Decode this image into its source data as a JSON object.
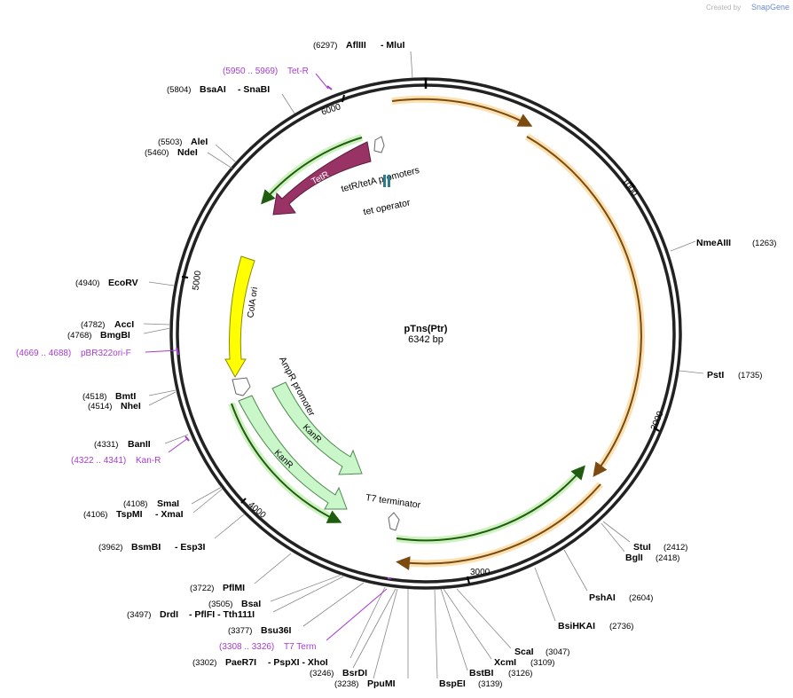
{
  "credit": {
    "created_by": "Created by",
    "brand": "SnapGene"
  },
  "plasmid": {
    "name": "pTns(Ptr)",
    "length_label": "6342 bp"
  },
  "ticks": [
    "1000",
    "2000",
    "3000",
    "4000",
    "5000",
    "6000"
  ],
  "enzymes": [
    {
      "pos": "(6297)",
      "name": "AflIII",
      "extra": "- MluI"
    },
    {
      "pos": "(5804)",
      "name": "BsaAI",
      "extra": "- SnaBI"
    },
    {
      "pos": "(5503)",
      "name": "AleI",
      "extra": ""
    },
    {
      "pos": "(5460)",
      "name": "NdeI",
      "extra": ""
    },
    {
      "pos": "(4940)",
      "name": "EcoRV",
      "extra": ""
    },
    {
      "pos": "(4782)",
      "name": "AccI",
      "extra": ""
    },
    {
      "pos": "(4768)",
      "name": "BmgBI",
      "extra": ""
    },
    {
      "pos": "(4518)",
      "name": "BmtI",
      "extra": ""
    },
    {
      "pos": "(4514)",
      "name": "NheI",
      "extra": ""
    },
    {
      "pos": "(4331)",
      "name": "BanII",
      "extra": ""
    },
    {
      "pos": "(4108)",
      "name": "SmaI",
      "extra": ""
    },
    {
      "pos": "(4106)",
      "name": "TspMI",
      "extra": "- XmaI"
    },
    {
      "pos": "(3962)",
      "name": "BsmBI",
      "extra": "- Esp3I"
    },
    {
      "pos": "(3722)",
      "name": "PflMI",
      "extra": ""
    },
    {
      "pos": "(3505)",
      "name": "BsaI",
      "extra": ""
    },
    {
      "pos": "(3497)",
      "name": "DrdI",
      "extra": "- PflFI  - Tth111I"
    },
    {
      "pos": "(3377)",
      "name": "Bsu36I",
      "extra": ""
    },
    {
      "pos": "(3302)",
      "name": "PaeR7I",
      "extra": "- PspXI  - XhoI"
    },
    {
      "pos": "(3246)",
      "name": "BsrDI",
      "extra": ""
    },
    {
      "pos": "(3238)",
      "name": "PpuMI",
      "extra": ""
    },
    {
      "pos": "(1263)",
      "name": "NmeAIII",
      "extra": ""
    },
    {
      "pos": "(1735)",
      "name": "PstI",
      "extra": ""
    },
    {
      "pos": "(2412)",
      "name": "StuI",
      "extra": ""
    },
    {
      "pos": "(2418)",
      "name": "BglI",
      "extra": ""
    },
    {
      "pos": "(2604)",
      "name": "PshAI",
      "extra": ""
    },
    {
      "pos": "(2736)",
      "name": "BsiHKAI",
      "extra": ""
    },
    {
      "pos": "(3047)",
      "name": "ScaI",
      "extra": ""
    },
    {
      "pos": "(3109)",
      "name": "XcmI",
      "extra": ""
    },
    {
      "pos": "(3126)",
      "name": "BstBI",
      "extra": ""
    },
    {
      "pos": "(3139)",
      "name": "BspEI",
      "extra": ""
    }
  ],
  "primers": [
    {
      "range": "(5950 .. 5969)",
      "name": "Tet-R"
    },
    {
      "range": "(4669 .. 4688)",
      "name": "pBR322ori-F"
    },
    {
      "range": "(4322 .. 4341)",
      "name": "Kan-R"
    },
    {
      "range": "(3308 .. 3326)",
      "name": "T7 Term"
    }
  ],
  "features": {
    "tetr": "TetR",
    "tet_promoters": "tetR/tetA promoters",
    "tet_operator": "tet operator",
    "cola_ori": "ColA ori",
    "ampr_promoter": "AmpR promoter",
    "kanr_outer": "KanR",
    "kanr_inner": "KanR",
    "t7_terminator": "T7 terminator"
  },
  "colors": {
    "backbone": "#222222",
    "orange_feature": "#f4a53a",
    "green_feature": "#7bd35a",
    "tetr": "#993366",
    "cola": "#ffff00",
    "kanr": "#c9f7c9",
    "primer": "#a63bd0",
    "operator": "#2e7d8c"
  }
}
